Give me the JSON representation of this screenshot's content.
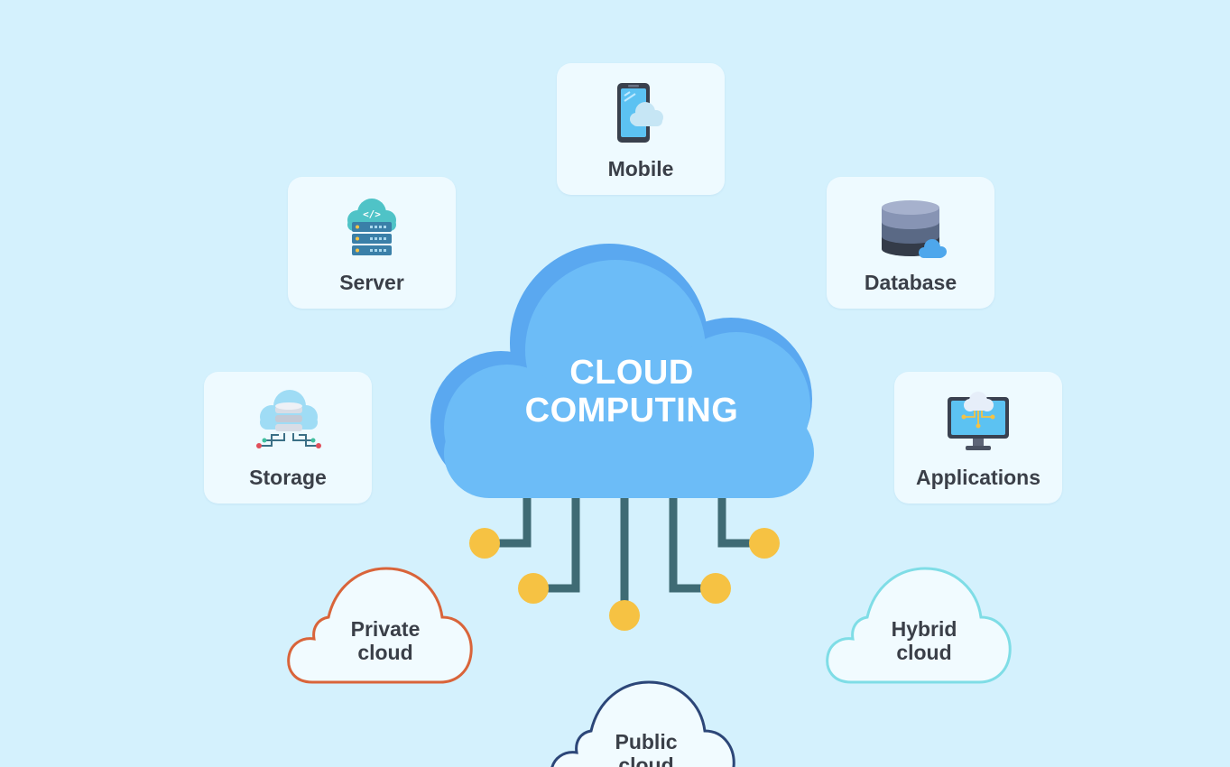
{
  "center": {
    "line1": "CLOUD",
    "line2": "COMPUTING"
  },
  "services": [
    {
      "label": "Mobile",
      "icon": "mobile-cloud-icon"
    },
    {
      "label": "Server",
      "icon": "server-cloud-icon"
    },
    {
      "label": "Database",
      "icon": "database-cloud-icon"
    },
    {
      "label": "Storage",
      "icon": "storage-cloud-icon"
    },
    {
      "label": "Applications",
      "icon": "monitor-cloud-icon"
    }
  ],
  "cloud_types": [
    {
      "line1": "Private",
      "line2": "cloud",
      "outline_color": "#d9643a"
    },
    {
      "line1": "Hybrid",
      "line2": "cloud",
      "outline_color": "#7fdde6"
    },
    {
      "line1": "Public",
      "line2": "cloud",
      "outline_color": "#2c4678"
    }
  ],
  "colors": {
    "background": "#d4f1fd",
    "card": "#eefaff",
    "main_cloud": "#6cbcf7",
    "main_cloud_shade": "#5aa8f0",
    "connector": "#3f6b74",
    "connector_node": "#f6c243"
  }
}
